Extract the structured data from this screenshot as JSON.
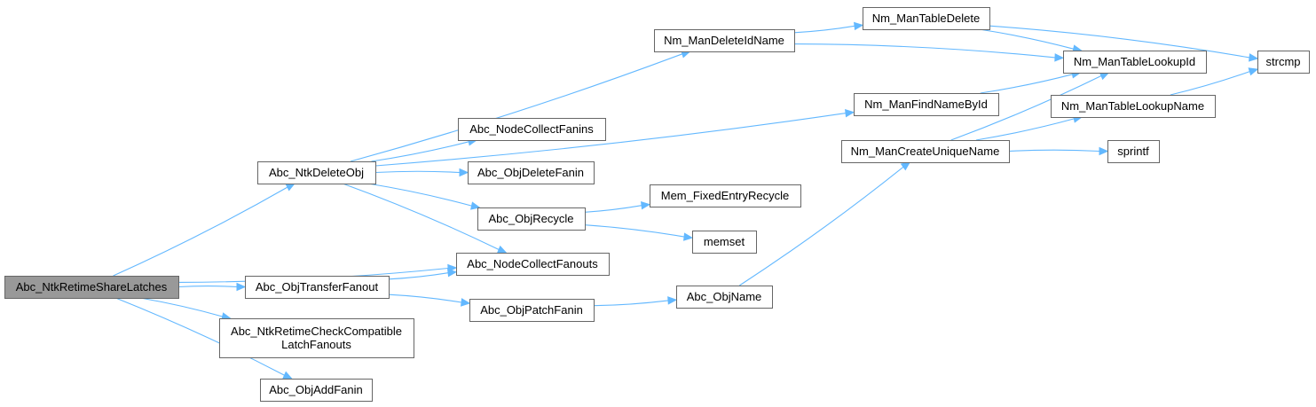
{
  "graph": {
    "nodes": [
      {
        "id": "root",
        "lines": [
          "Abc_NtkRetimeShareLatches"
        ],
        "root": true
      },
      {
        "id": "deleteobj",
        "lines": [
          "Abc_NtkDeleteObj"
        ]
      },
      {
        "id": "transferfanout",
        "lines": [
          "Abc_ObjTransferFanout"
        ]
      },
      {
        "id": "checkcompat",
        "lines": [
          "Abc_NtkRetimeCheckCompatible",
          "LatchFanouts"
        ]
      },
      {
        "id": "addfanin",
        "lines": [
          "Abc_ObjAddFanin"
        ]
      },
      {
        "id": "deleteidname",
        "lines": [
          "Nm_ManDeleteIdName"
        ]
      },
      {
        "id": "findnamebyid",
        "lines": [
          "Nm_ManFindNameById"
        ]
      },
      {
        "id": "collectfanins",
        "lines": [
          "Abc_NodeCollectFanins"
        ]
      },
      {
        "id": "objdeletefanin",
        "lines": [
          "Abc_ObjDeleteFanin"
        ]
      },
      {
        "id": "objrecycle",
        "lines": [
          "Abc_ObjRecycle"
        ]
      },
      {
        "id": "collectfanouts",
        "lines": [
          "Abc_NodeCollectFanouts"
        ]
      },
      {
        "id": "patchfanin",
        "lines": [
          "Abc_ObjPatchFanin"
        ]
      },
      {
        "id": "objname",
        "lines": [
          "Abc_ObjName"
        ]
      },
      {
        "id": "fixedentry",
        "lines": [
          "Mem_FixedEntryRecycle"
        ]
      },
      {
        "id": "memset",
        "lines": [
          "memset"
        ]
      },
      {
        "id": "tabledelete",
        "lines": [
          "Nm_ManTableDelete"
        ]
      },
      {
        "id": "tablelookupid",
        "lines": [
          "Nm_ManTableLookupId"
        ]
      },
      {
        "id": "tablelookupname",
        "lines": [
          "Nm_ManTableLookupName"
        ]
      },
      {
        "id": "createunique",
        "lines": [
          "Nm_ManCreateUniqueName"
        ]
      },
      {
        "id": "strcmp",
        "lines": [
          "strcmp"
        ]
      },
      {
        "id": "sprintf",
        "lines": [
          "sprintf"
        ]
      }
    ],
    "edges": [
      {
        "from": "root",
        "to": "deleteobj"
      },
      {
        "from": "root",
        "to": "collectfanouts"
      },
      {
        "from": "root",
        "to": "transferfanout"
      },
      {
        "from": "root",
        "to": "checkcompat"
      },
      {
        "from": "root",
        "to": "addfanin"
      },
      {
        "from": "deleteobj",
        "to": "deleteidname"
      },
      {
        "from": "deleteobj",
        "to": "findnamebyid"
      },
      {
        "from": "deleteobj",
        "to": "collectfanins"
      },
      {
        "from": "deleteobj",
        "to": "objdeletefanin"
      },
      {
        "from": "deleteobj",
        "to": "objrecycle"
      },
      {
        "from": "deleteobj",
        "to": "collectfanouts"
      },
      {
        "from": "transferfanout",
        "to": "collectfanouts"
      },
      {
        "from": "transferfanout",
        "to": "patchfanin"
      },
      {
        "from": "patchfanin",
        "to": "objname"
      },
      {
        "from": "objname",
        "to": "createunique"
      },
      {
        "from": "objrecycle",
        "to": "fixedentry"
      },
      {
        "from": "objrecycle",
        "to": "memset"
      },
      {
        "from": "deleteidname",
        "to": "tabledelete"
      },
      {
        "from": "deleteidname",
        "to": "tablelookupid"
      },
      {
        "from": "findnamebyid",
        "to": "tablelookupid"
      },
      {
        "from": "tabledelete",
        "to": "tablelookupid"
      },
      {
        "from": "tabledelete",
        "to": "strcmp"
      },
      {
        "from": "tablelookupname",
        "to": "strcmp"
      },
      {
        "from": "createunique",
        "to": "tablelookupid"
      },
      {
        "from": "createunique",
        "to": "tablelookupname"
      },
      {
        "from": "createunique",
        "to": "sprintf"
      }
    ]
  }
}
